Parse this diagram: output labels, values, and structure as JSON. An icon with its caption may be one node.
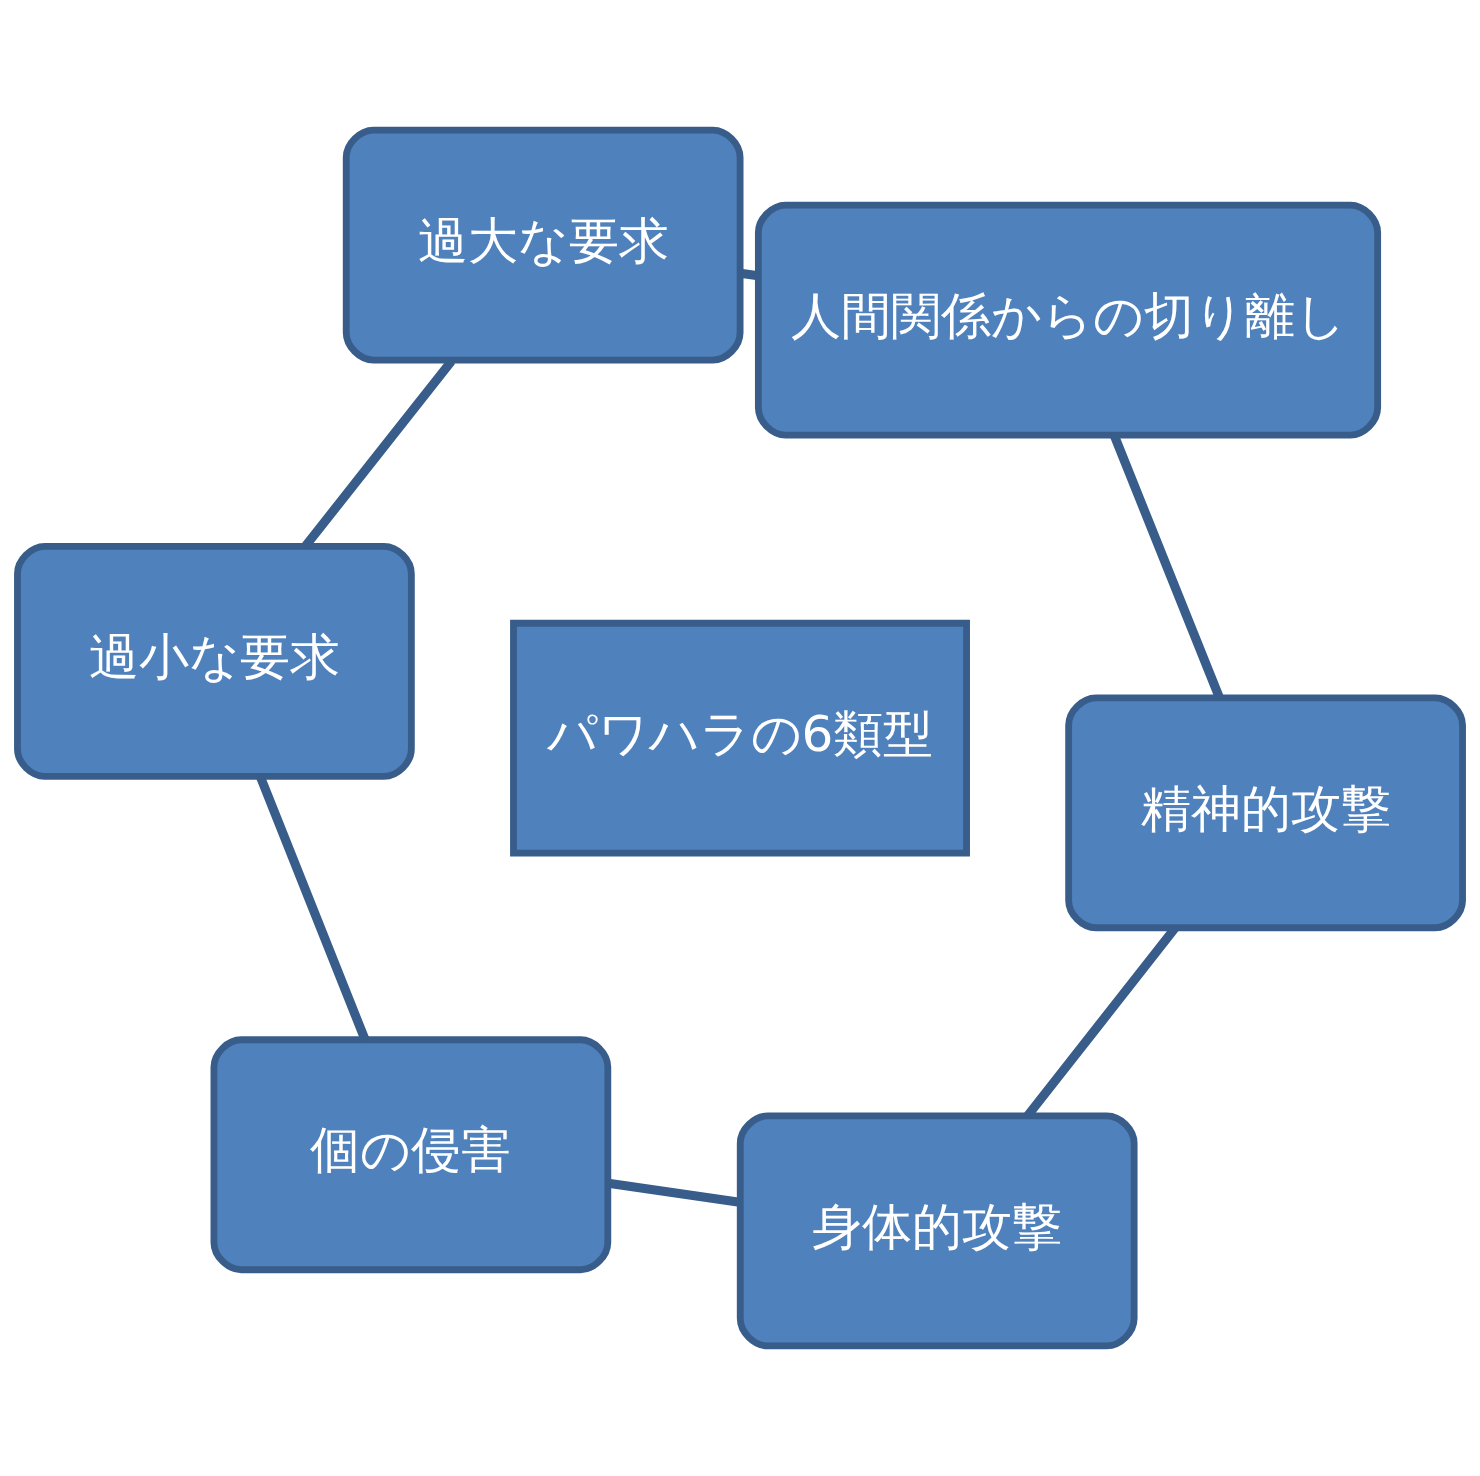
{
  "diagram": {
    "nodes": [
      {
        "text": [
          "パワハラの6類型"
        ]
      },
      {
        "text": [
          "身体的攻撃"
        ]
      },
      {
        "text": [
          "精神的攻撃"
        ]
      },
      {
        "text": [
          "人間関係からの切り離し"
        ]
      },
      {
        "text": [
          "過大な要求"
        ]
      },
      {
        "text": [
          "過小な要求"
        ]
      },
      {
        "text": [
          "個の侵害"
        ]
      }
    ],
    "edges": [
      {
        "from": 1,
        "to": 2,
        "arrow": "none"
      },
      {
        "from": 2,
        "to": 3,
        "arrow": "none"
      },
      {
        "from": 3,
        "to": 4,
        "arrow": "none"
      },
      {
        "from": 4,
        "to": 5,
        "arrow": "none"
      },
      {
        "from": 5,
        "to": 6,
        "arrow": "none"
      },
      {
        "from": 6,
        "to": 1,
        "arrow": "none"
      }
    ]
  }
}
